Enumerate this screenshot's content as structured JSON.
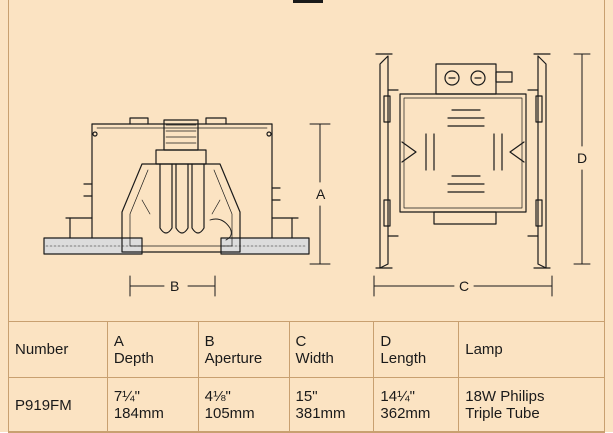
{
  "dimension_labels": {
    "a": "A",
    "b": "B",
    "c": "C",
    "d": "D"
  },
  "table": {
    "headers": [
      {
        "line1": "Number",
        "line2": ""
      },
      {
        "line1": "A",
        "line2": "Depth"
      },
      {
        "line1": "B",
        "line2": "Aperture"
      },
      {
        "line1": "C",
        "line2": "Width"
      },
      {
        "line1": "D",
        "line2": "Length"
      },
      {
        "line1": "Lamp",
        "line2": ""
      }
    ],
    "rows": [
      [
        {
          "line1": "P919FM",
          "line2": ""
        },
        {
          "line1": "7¼\"",
          "line2": "184mm"
        },
        {
          "line1": "4⅛\"",
          "line2": "105mm"
        },
        {
          "line1": "15\"",
          "line2": "381mm"
        },
        {
          "line1": "14¼\"",
          "line2": "362mm"
        },
        {
          "line1": "18W Philips",
          "line2": "Triple Tube"
        }
      ]
    ]
  },
  "colors": {
    "background": "#fbe3c2",
    "border": "#c8a070",
    "ink": "#1a1a1a"
  }
}
